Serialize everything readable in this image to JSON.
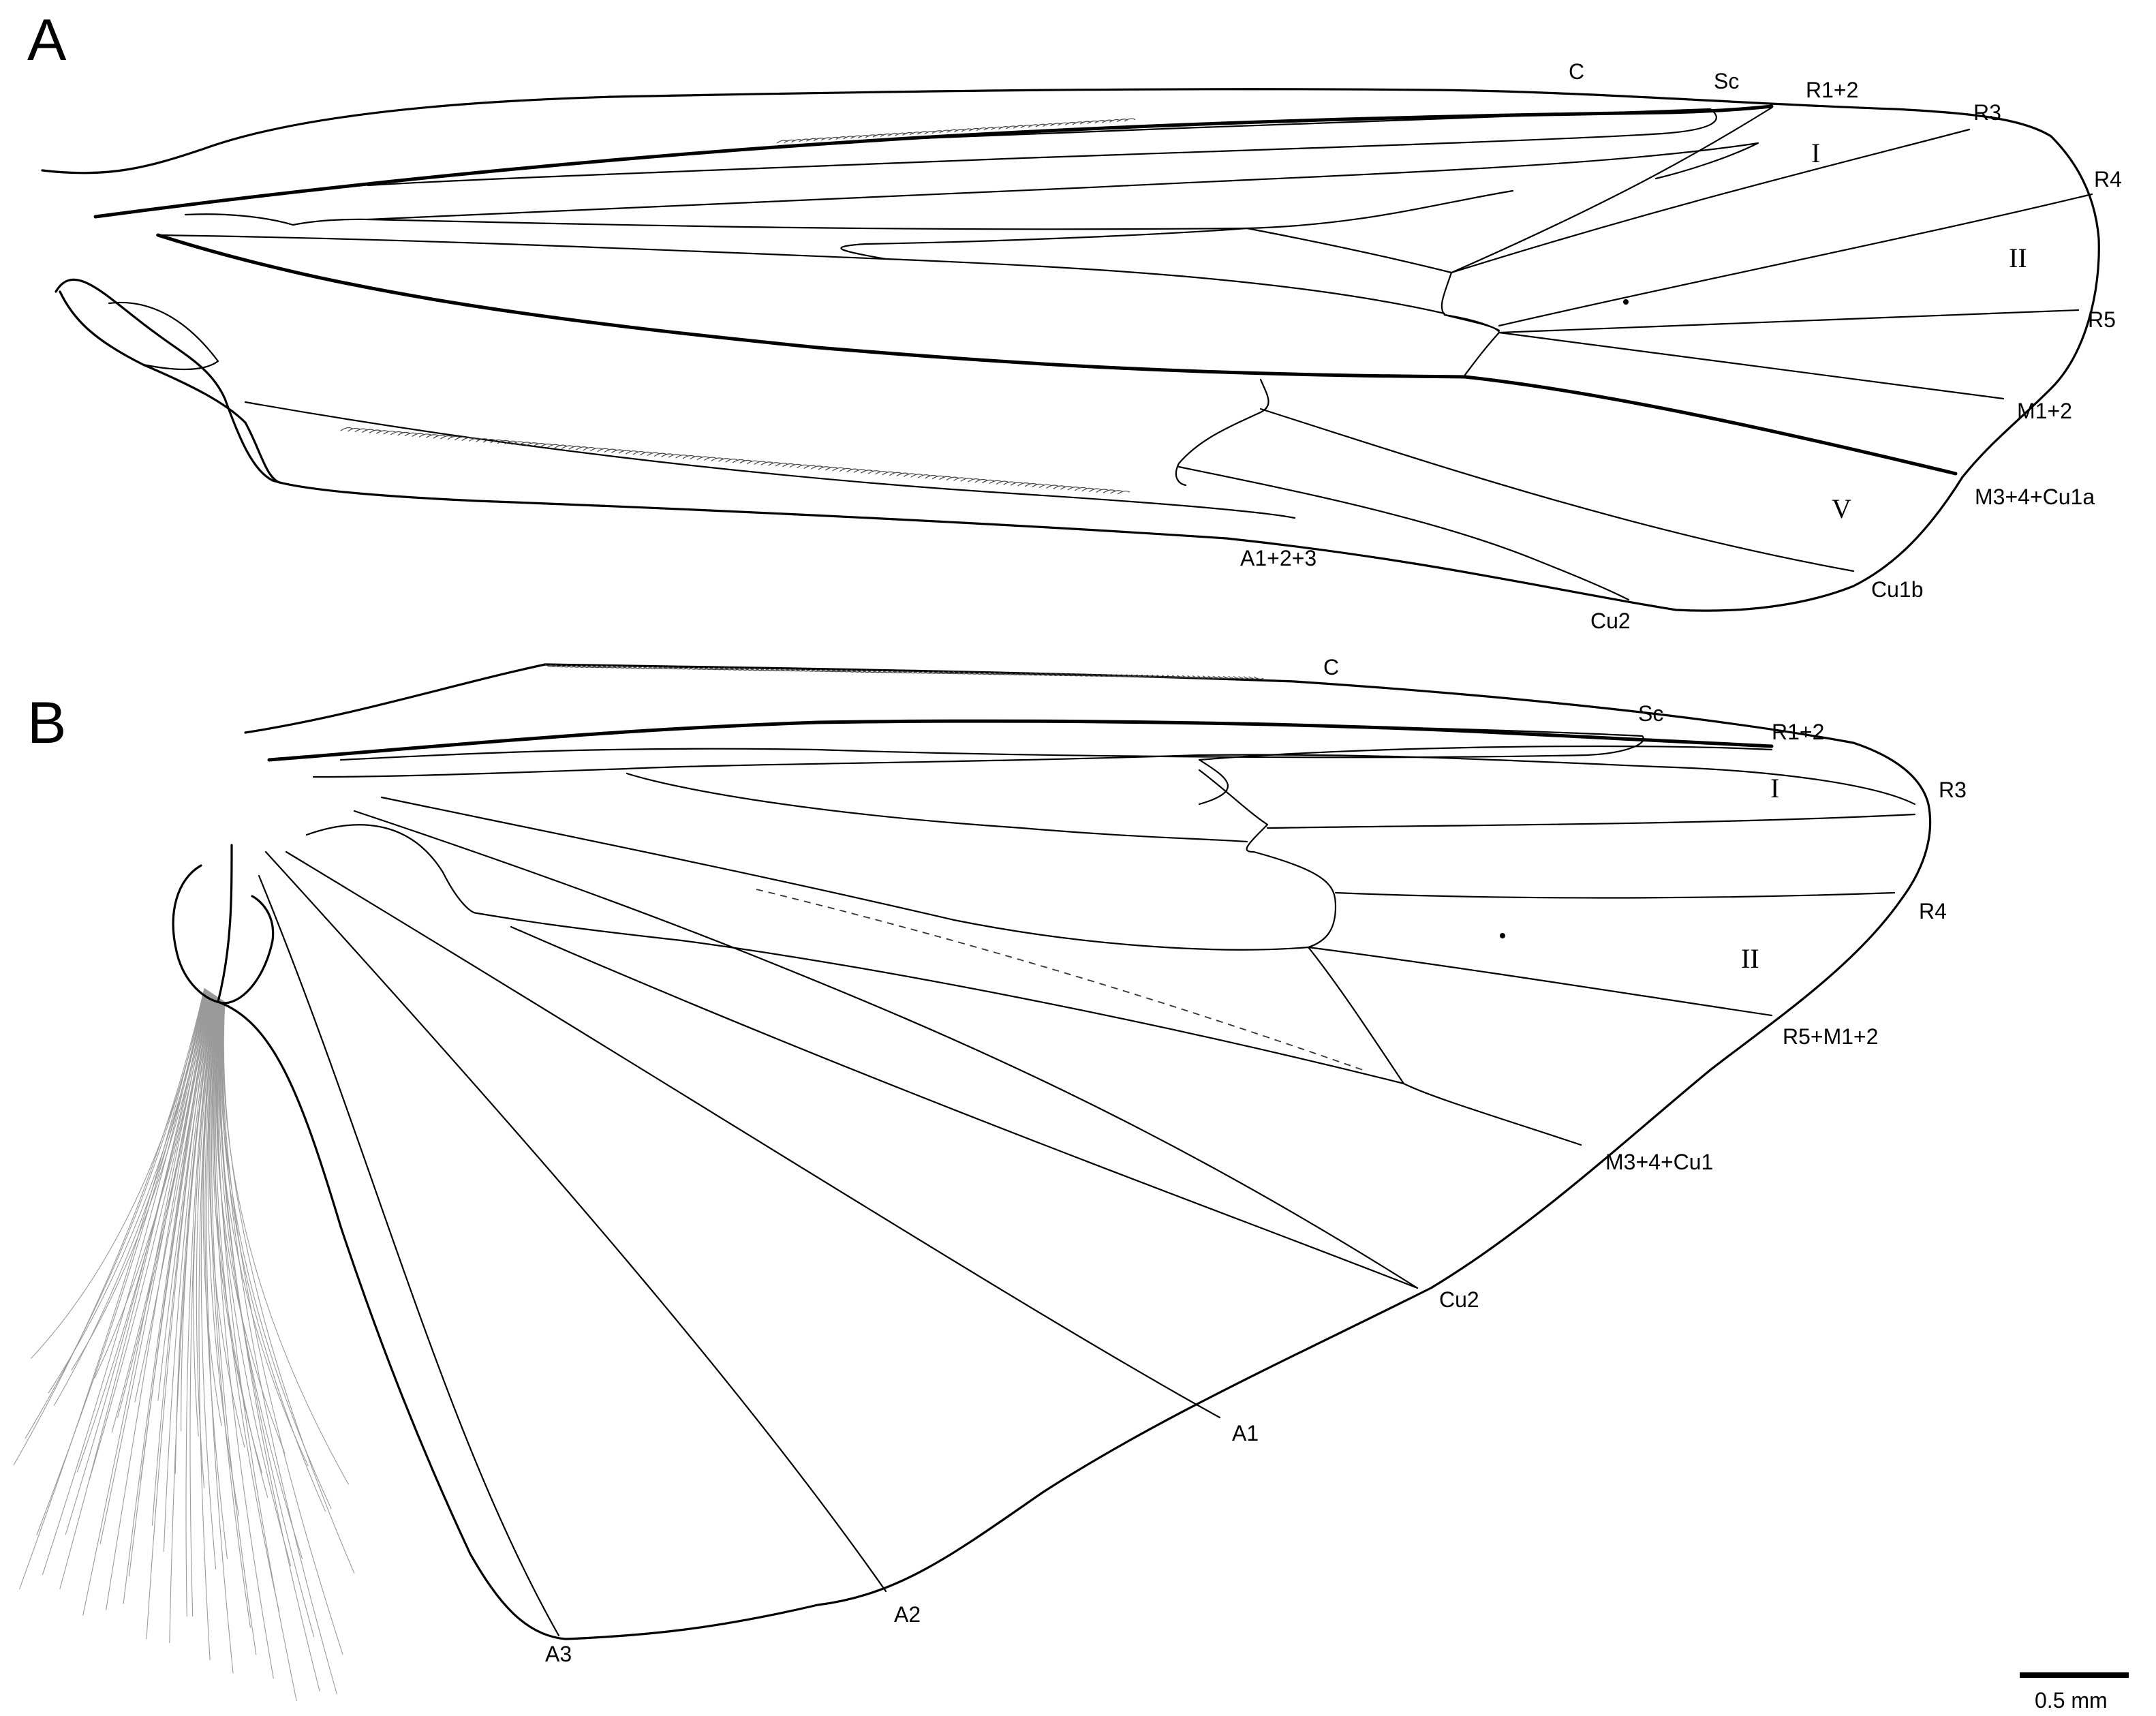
{
  "panels": [
    {
      "letter": "A",
      "vein_labels": {
        "C": "C",
        "Sc": "Sc",
        "R1_2": "R1+2",
        "R3": "R3",
        "R4": "R4",
        "R5": "R5",
        "M1_2": "M1+2",
        "M3_4_Cu1a": "M3+4+Cu1a",
        "Cu1b": "Cu1b",
        "Cu2": "Cu2",
        "A1_2_3": "A1+2+3"
      },
      "cell_labels": {
        "I": "I",
        "II": "II",
        "V": "V"
      }
    },
    {
      "letter": "B",
      "vein_labels": {
        "C": "C",
        "Sc": "Sc",
        "R1_2": "R1+2",
        "R3": "R3",
        "R4": "R4",
        "R5_M1_2": "R5+M1+2",
        "M3_4_Cu1": "M3+4+Cu1",
        "Cu2": "Cu2",
        "A1": "A1",
        "A2": "A2",
        "A3": "A3"
      },
      "cell_labels": {
        "I": "I",
        "II": "II"
      }
    }
  ],
  "scale_bar": {
    "label": "0.5 mm"
  },
  "colors": {
    "line": "#000000",
    "background": "#ffffff",
    "fringe": "#9a9a9a"
  }
}
